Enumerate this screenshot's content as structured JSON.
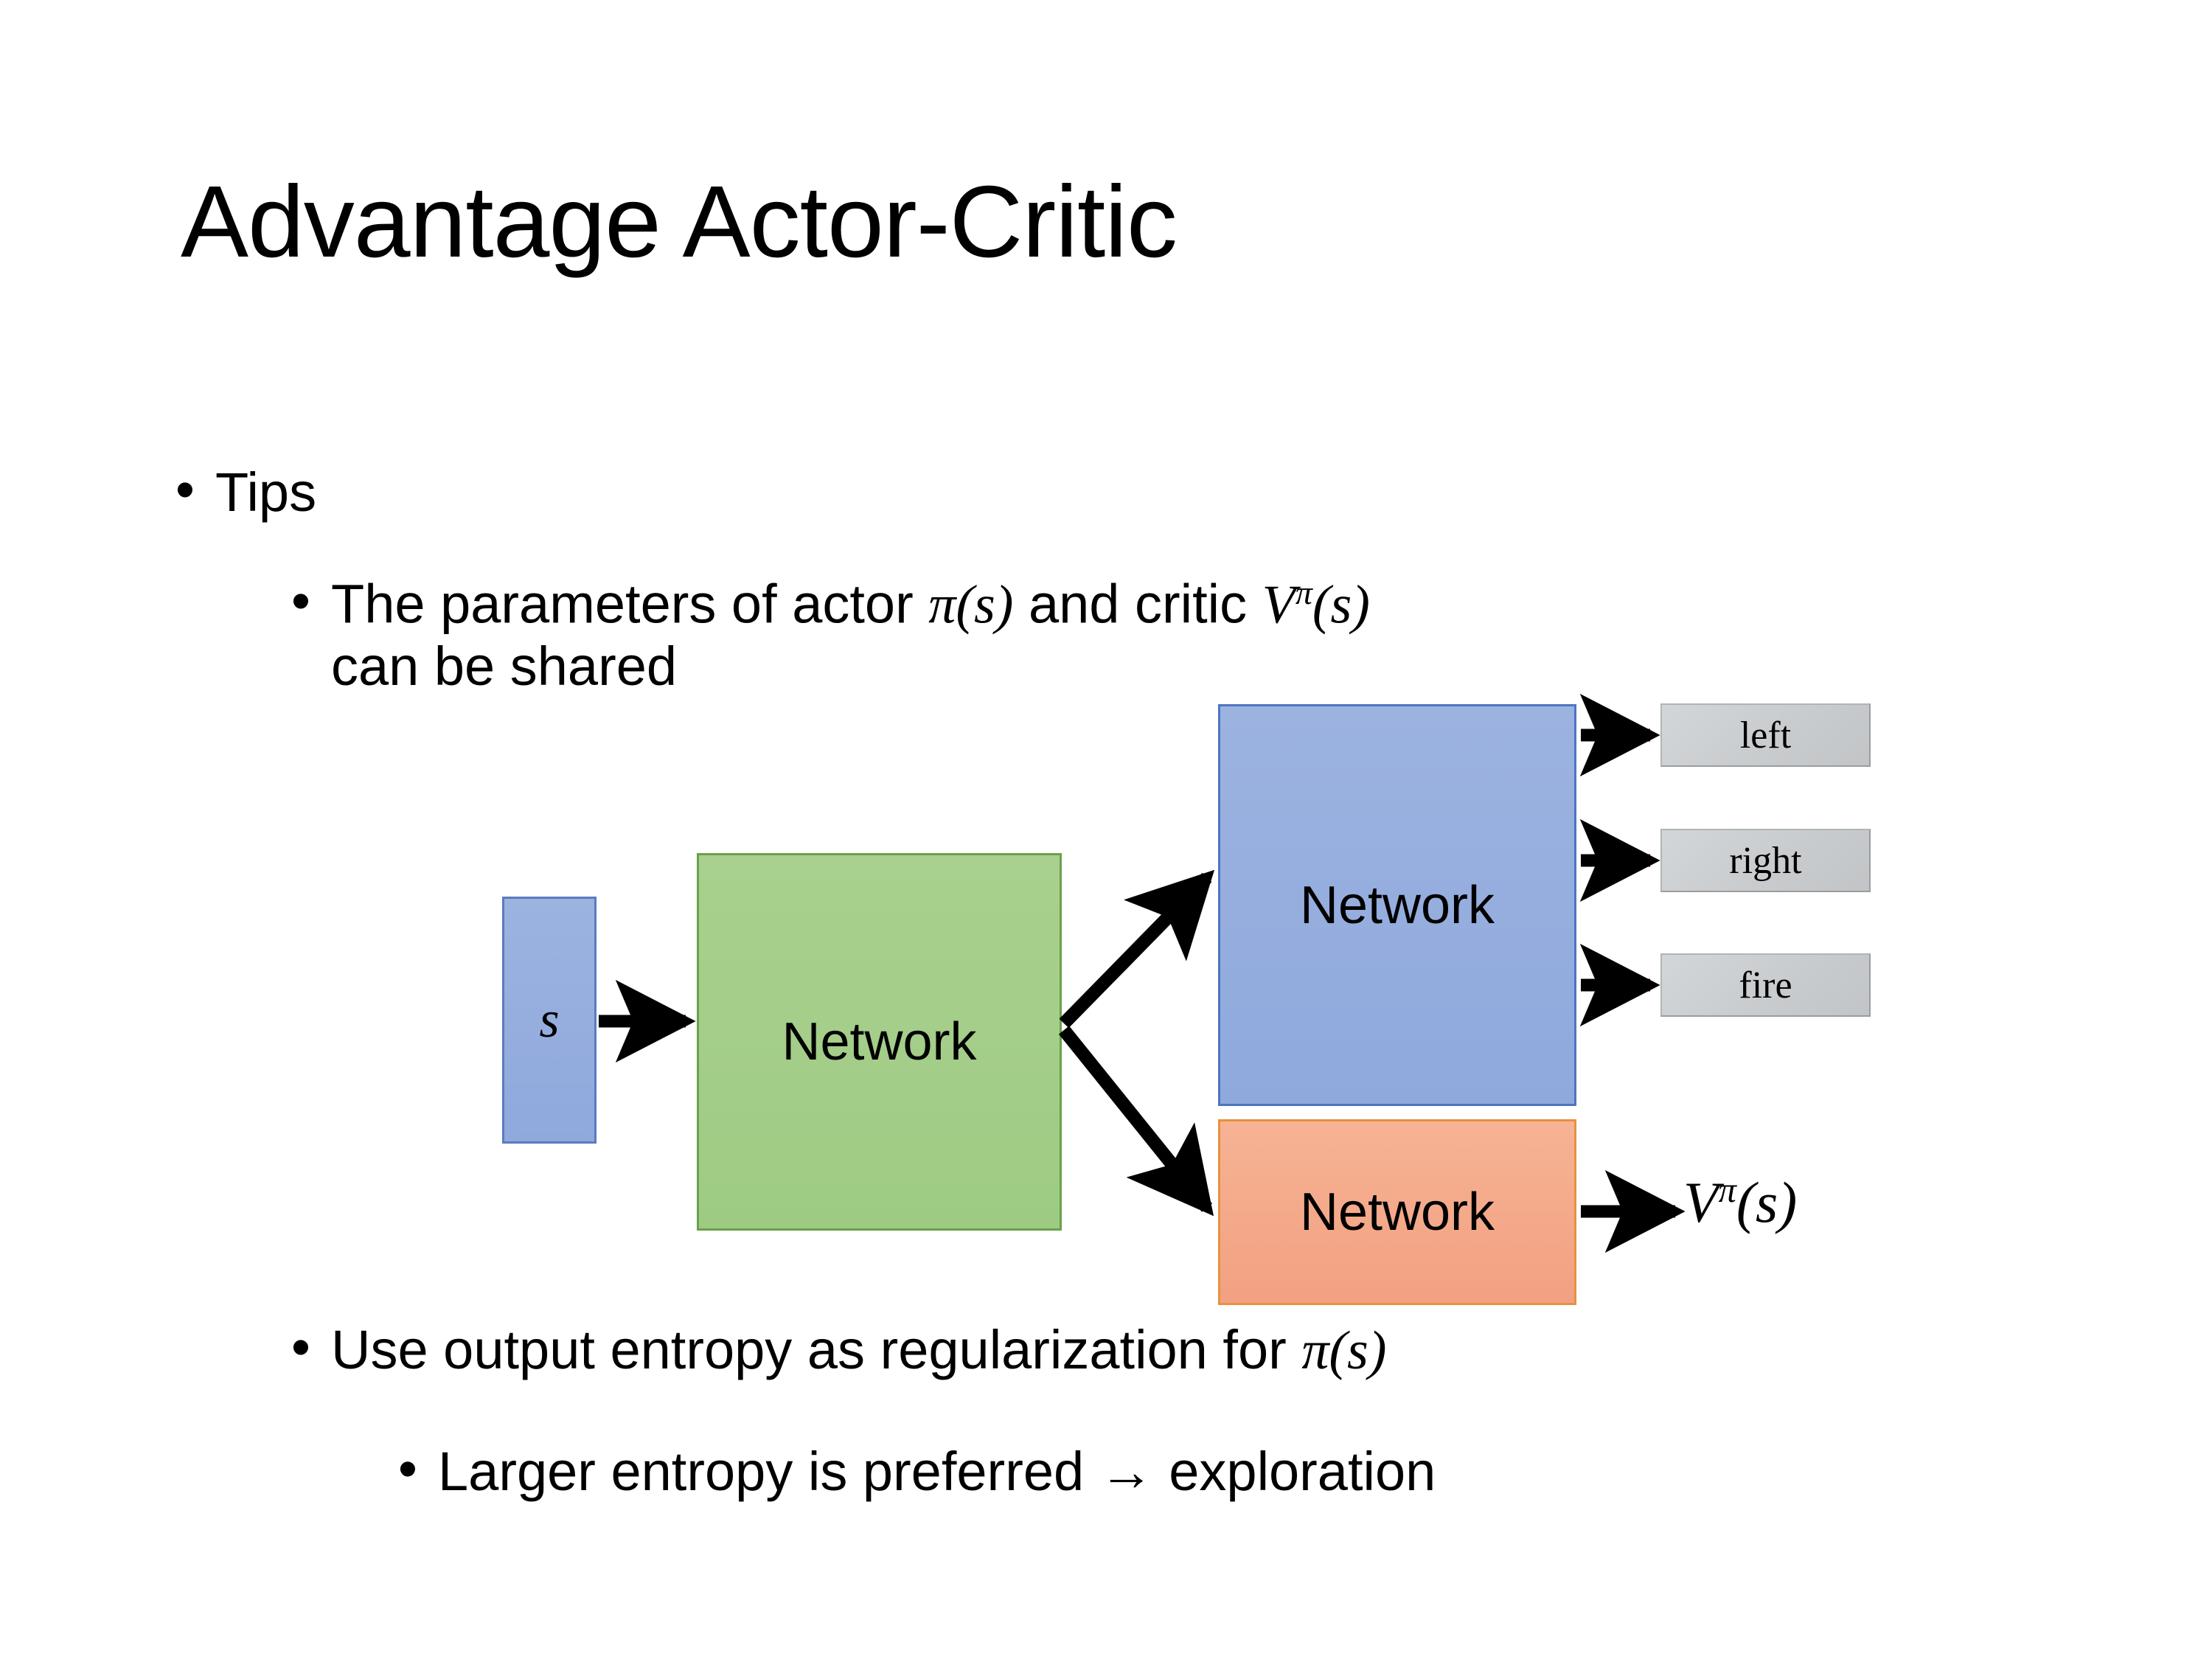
{
  "slide": {
    "title": "Advantage Actor-Critic",
    "background_color": "#ffffff",
    "bullet_glyph": "•"
  },
  "bullets": {
    "tips": "Tips",
    "shared_params_line1": "The parameters of actor ",
    "shared_params_pi": "π(s)",
    "shared_params_mid": "  and critic ",
    "shared_params_v": "V",
    "shared_params_v_sup": "π",
    "shared_params_v_arg": "(s)",
    "shared_params_line2": "can be shared",
    "entropy_text": "Use output entropy as regularization for ",
    "entropy_pi": "π(s)",
    "larger_entropy": "Larger entropy is preferred → exploration"
  },
  "diagram": {
    "input_label": "s",
    "shared_network_label": "Network",
    "actor_network_label": "Network",
    "critic_network_label": "Network",
    "actions": [
      "left",
      "right",
      "fire"
    ],
    "critic_output_base": "V",
    "critic_output_sup": "π",
    "critic_output_arg": "(s)",
    "colors": {
      "input_box": "#9cb3e0",
      "input_box_border": "#5b7bc0",
      "shared_box": "#a9d08e",
      "shared_box_border": "#6aa14a",
      "actor_box": "#9cb3e0",
      "actor_box_border": "#4f74bf",
      "critic_box": "#f6b394",
      "critic_box_border": "#e8913e",
      "action_box": "#cbced0",
      "action_box_border": "#a9acae",
      "arrow": "#000000",
      "text": "#000000"
    }
  }
}
